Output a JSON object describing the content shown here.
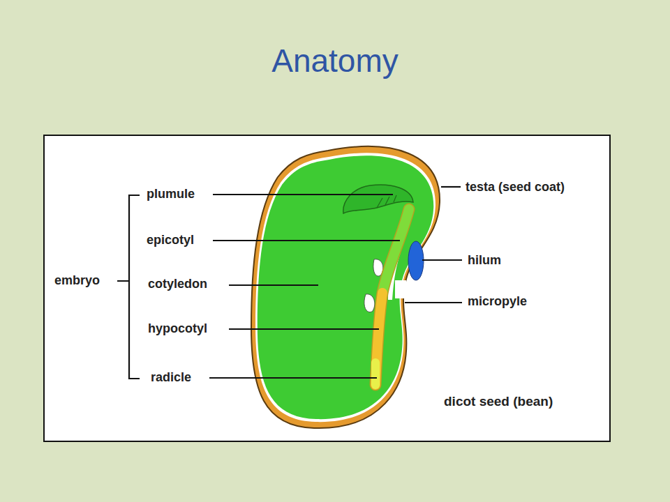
{
  "diagram": {
    "title": "Anatomy",
    "labels": [
      "embryo",
      "plumule",
      "epicotyl",
      "cotyledon",
      "hypocotyl",
      "radicle",
      "testa (seed coat)",
      "hilum",
      "micropyle",
      "dicot seed (bean)"
    ]
  }
}
